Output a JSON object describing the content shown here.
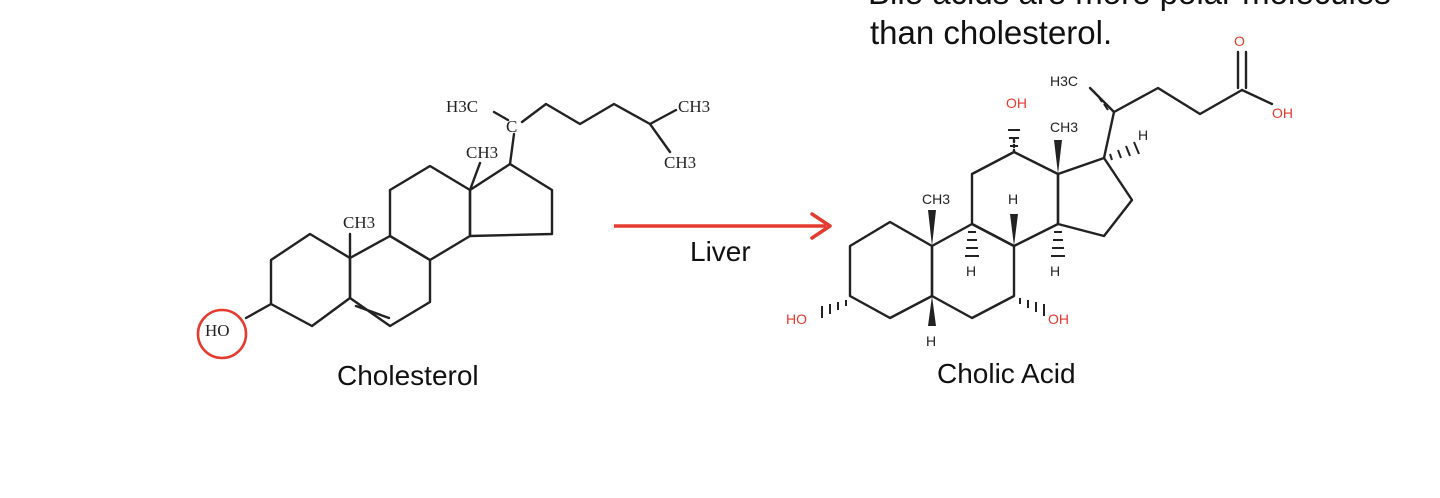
{
  "slide": {
    "cut_line": "Bile acids are more polar molecules",
    "heading_line2": "than cholesterol."
  },
  "reaction": {
    "arrow_label": "Liver",
    "arrow_color": "#e53a2f"
  },
  "cholesterol": {
    "name": "Cholesterol",
    "labels": {
      "ho": "HO",
      "ch3_ring_a": "CH3",
      "ch3_ring_c": "CH3",
      "h3c": "H3C",
      "c": "C",
      "ch3_top": "CH3",
      "ch3_bottom": "CH3"
    },
    "highlight_color": "#e53a2f"
  },
  "cholic_acid": {
    "name": "Cholic Acid",
    "labels": {
      "oh_top": "OH",
      "ch3_c13": "CH3",
      "h3c": "H3C",
      "o": "O",
      "oh_acid": "OH",
      "h_c17": "H",
      "ch3_c10": "CH3",
      "h_c8": "H",
      "h_c9": "H",
      "h_c14": "H",
      "ho": "HO",
      "h_c5": "H",
      "oh_c7": "OH"
    },
    "label_color": "#e53a2f"
  }
}
